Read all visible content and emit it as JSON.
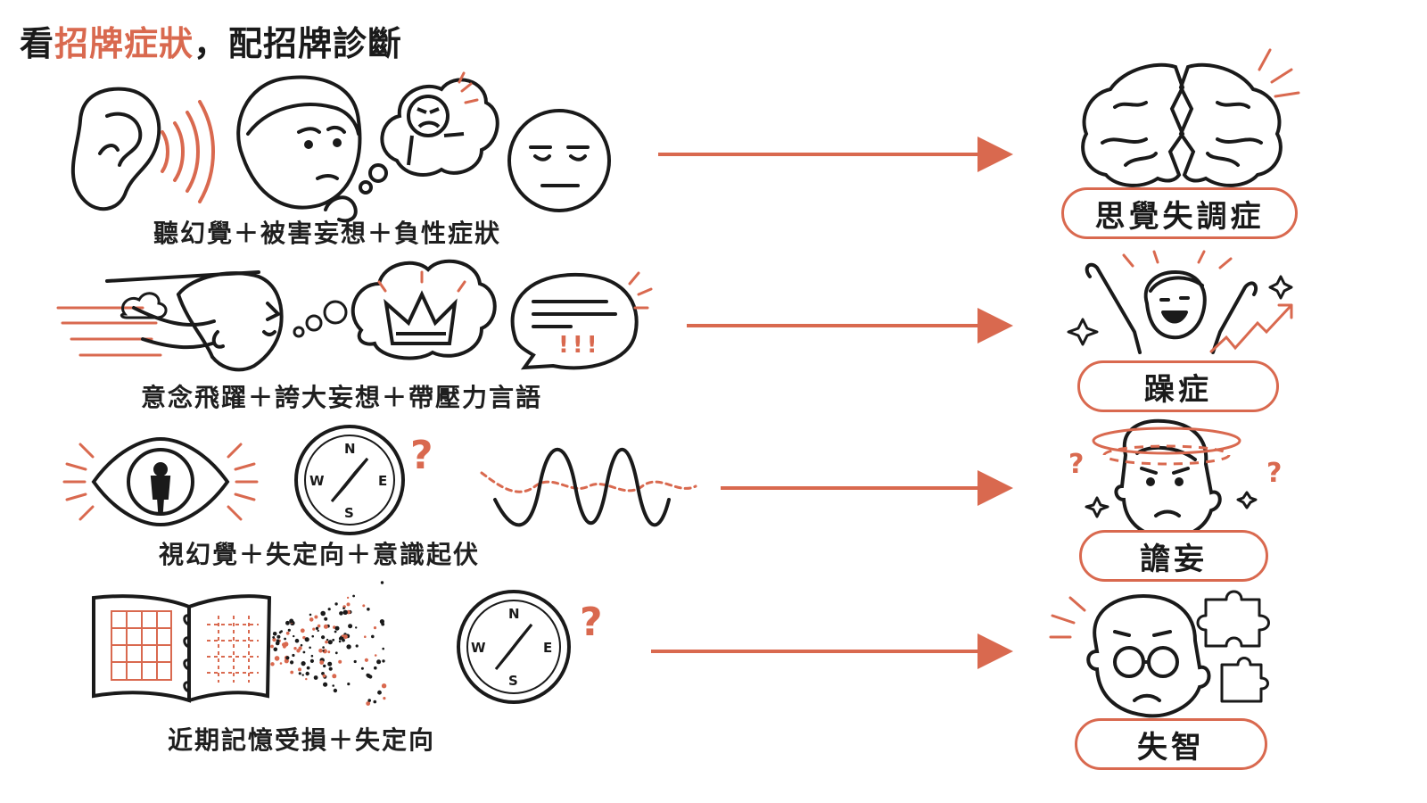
{
  "title": {
    "part1": "看",
    "highlight1": "招牌症狀",
    "part2": "，配",
    "highlight2": "招牌診斷"
  },
  "rows": [
    {
      "symptoms": "聽幻覺＋被害妄想＋負性症狀",
      "diagnosis": "思覺失調症"
    },
    {
      "symptoms": "意念飛躍＋誇大妄想＋帶壓力言語",
      "diagnosis": "躁症"
    },
    {
      "symptoms": "視幻覺＋失定向＋意識起伏",
      "diagnosis": "譫妄"
    },
    {
      "symptoms": "近期記憶受損＋失定向",
      "diagnosis": "失智"
    }
  ],
  "icons": {
    "exclaim": "!!!",
    "question": "?",
    "compass_n": "N",
    "compass_s": "S",
    "compass_e": "E",
    "compass_w": "W"
  },
  "colors": {
    "accent": "#d9694f",
    "ink": "#1a1a1a"
  }
}
